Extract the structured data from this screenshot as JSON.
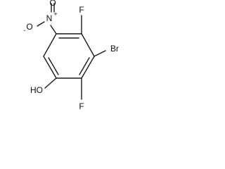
{
  "molecule": {
    "atoms": {
      "br": "Br",
      "f_top": "F",
      "f_bottom": "F",
      "oh": "HO",
      "n_plus": "N",
      "n_charge": "+",
      "o_double": "O",
      "o_single": "O",
      "o_charge": "-"
    }
  }
}
